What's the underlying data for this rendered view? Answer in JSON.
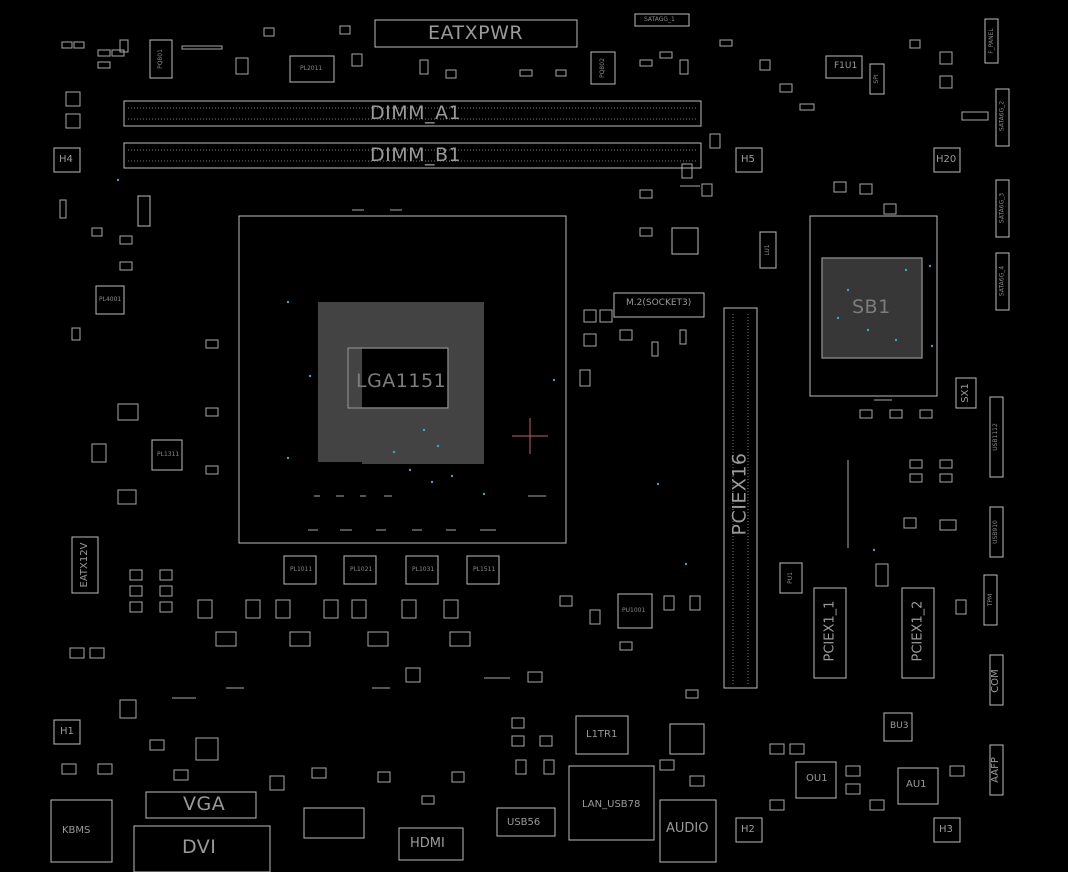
{
  "labels": {
    "eatxpwr": "EATXPWR",
    "sataggl": "SATAGG_1",
    "f_panel": "F_PANEL",
    "dimm_a1": "DIMM_A1",
    "dimm_b1": "DIMM_B1",
    "h4": "H4",
    "h5": "H5",
    "h20": "H20",
    "h1": "H1",
    "h2": "H2",
    "h3": "H3",
    "cpu_socket": "LGA1151",
    "m2": "M.2(SOCKET3)",
    "pciex16": "PCIEX16",
    "pciex1_1": "PCIEX1_1",
    "pciex1_2": "PCIEX1_2",
    "eatx12v": "EATX12V",
    "vga": "VGA",
    "dvi": "DVI",
    "hdmi": "HDMI",
    "kbms": "KBMS",
    "usb56": "USB56",
    "lan_usb78": "LAN_USB78",
    "audio": "AUDIO",
    "l1tr1": "L1TR1",
    "ou1": "OU1",
    "au1": "AU1",
    "bu3": "BU3",
    "sx1": "SX1",
    "sb1": "SB1",
    "f1u1": "F1U1",
    "spi": "SPI",
    "sata6g_2": "SATA6G_2",
    "sata6g_3": "SATA6G_3",
    "sata6g_4": "SATA6G_4",
    "usb1112": "USB1112",
    "usb910": "USB910",
    "tpm": "TPM",
    "com": "COM",
    "aafp": "AAFP",
    "pu1": "PU1",
    "pl2011": "PL2011",
    "pl1011": "PL1011",
    "pl1021": "PL1021",
    "pl1031": "PL1031",
    "pl1511": "PL1511",
    "pl1311": "PL1311",
    "pq801": "PQ801",
    "pq802": "PQ802",
    "pl4001": "PL4001",
    "pu1001": "PU1001",
    "lu1": "LU1"
  },
  "colors": {
    "background": "#000000",
    "outline": "#bdbdbd",
    "label": "#9a9a9a",
    "via": "#3fa7b8",
    "marker": "#c06070"
  }
}
